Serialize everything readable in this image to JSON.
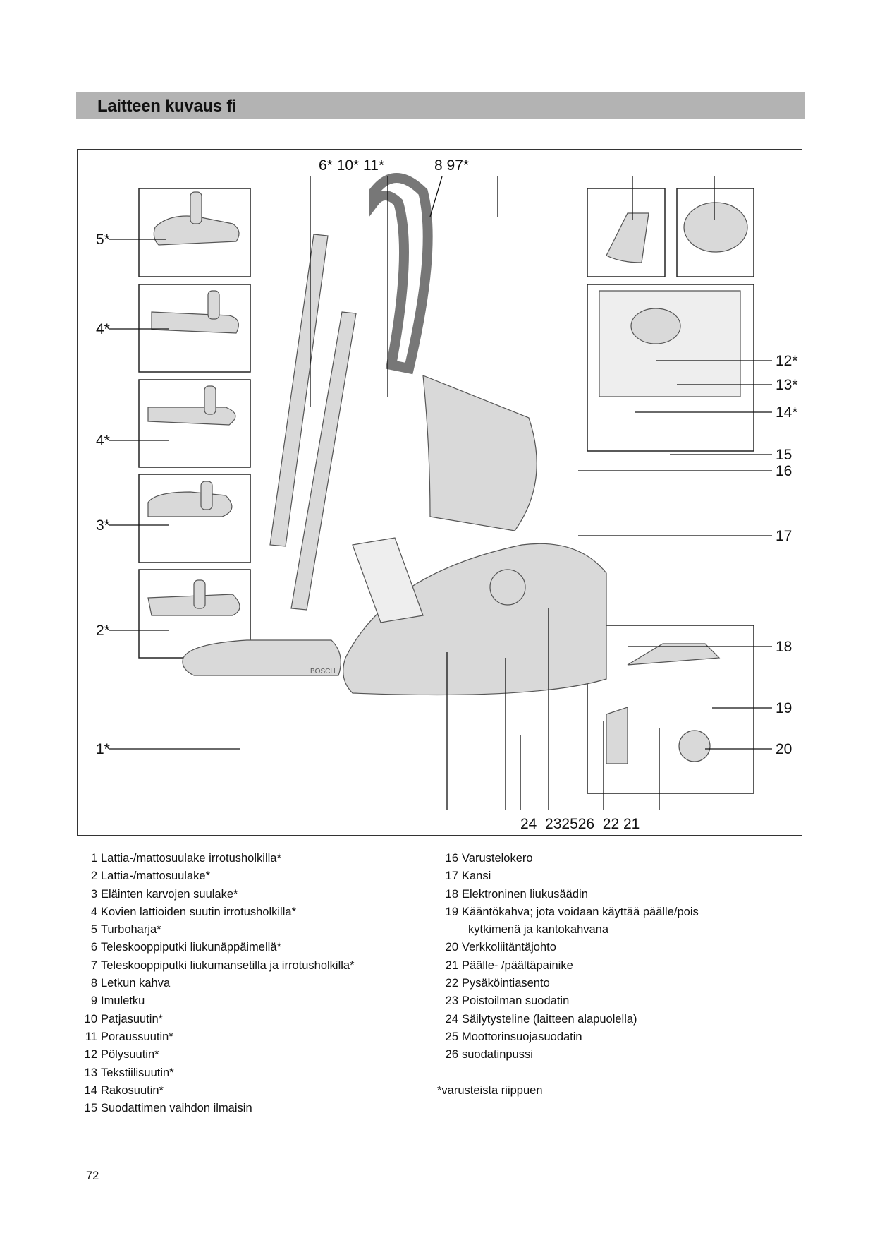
{
  "header": {
    "title": "Laitteen kuvaus fi"
  },
  "diagram": {
    "top_labels": [
      "6* 10* 11*",
      "8 97*"
    ],
    "left_labels": [
      "5*",
      "4*",
      "4*",
      "3*",
      "2*",
      "1*"
    ],
    "right_labels": [
      "12*",
      "13*",
      "14*",
      "15",
      "16",
      "17",
      "18",
      "19",
      "20"
    ],
    "bottom_labels": "24  232526  22 21",
    "brand": "BOSCH"
  },
  "legend": {
    "left": [
      {
        "num": "1",
        "text": "Lattia-/mattosuulake irrotusholkilla*"
      },
      {
        "num": "2",
        "text": "Lattia-/mattosuulake*"
      },
      {
        "num": "3",
        "text": "Eläinten karvojen suulake*"
      },
      {
        "num": "4",
        "text": "Kovien lattioiden suutin irrotusholkilla*"
      },
      {
        "num": "5",
        "text": "Turboharja*"
      },
      {
        "num": "6",
        "text": "Teleskooppiputki liukunäppäimellä*"
      },
      {
        "num": "7",
        "text": "Teleskooppiputki liukumansetilla ja irrotusholkilla*"
      },
      {
        "num": "8",
        "text": "Letkun kahva"
      },
      {
        "num": "9",
        "text": "Imuletku"
      },
      {
        "num": "10",
        "text": "Patjasuutin*"
      },
      {
        "num": "11",
        "text": "Poraussuutin*"
      },
      {
        "num": "12",
        "text": "Pölysuutin*"
      },
      {
        "num": "13",
        "text": "Tekstiilisuutin*"
      },
      {
        "num": "14",
        "text": "Rakosuutin*"
      },
      {
        "num": "15",
        "text": "Suodattimen vaihdon ilmaisin"
      }
    ],
    "right": [
      {
        "num": "16",
        "text": "Varustelokero"
      },
      {
        "num": "17",
        "text": "Kansi"
      },
      {
        "num": "18",
        "text": "Elektroninen liukusäädin"
      },
      {
        "num": "19",
        "text": "Kääntökahva; jota voidaan käyttää päälle/pois",
        "cont": "kytkimenä ja kantokahvana"
      },
      {
        "num": "20",
        "text": "Verkkoliitäntäjohto"
      },
      {
        "num": "21",
        "text": "Päälle- /päältäpainike"
      },
      {
        "num": "22",
        "text": "Pysäköintiasento"
      },
      {
        "num": "23",
        "text": "Poistoilman suodatin"
      },
      {
        "num": "24",
        "text": "Säilytysteline (laitteen alapuolella)"
      },
      {
        "num": "25",
        "text": "Moottorinsuojasuodatin"
      },
      {
        "num": "26",
        "text": "suodatinpussi"
      }
    ],
    "footnote": "*varusteista riippuen"
  },
  "page_number": "72"
}
